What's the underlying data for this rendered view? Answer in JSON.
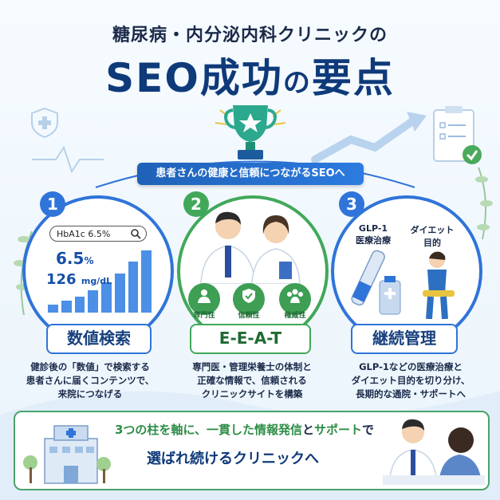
{
  "header": {
    "subtitle": "糖尿病・内分泌内科クリニックの",
    "title_main": "SEO成功",
    "title_no": "の",
    "title_end": "要点"
  },
  "ribbon": "患者さんの健康と信頼につながるSEOへ",
  "pillars": [
    {
      "number": "1",
      "label": "数値検索",
      "search_text": "HbA1c 6.5%",
      "value1": "6.5",
      "value1_unit": "%",
      "value2": "126",
      "value2_unit": "mg/dL",
      "bar_values": [
        0.12,
        0.18,
        0.24,
        0.34,
        0.46,
        0.6,
        0.78,
        0.95
      ],
      "description": [
        "健診後の「数値」で検索する",
        "患者さんに届くコンテンツで、",
        "来院につなげる"
      ]
    },
    {
      "number": "2",
      "label": "E-E-A-T",
      "badges": [
        "専門性",
        "信頼性",
        "権威性"
      ],
      "description": [
        "専門医・管理栄養士の体制と",
        "正確な情報で、信頼される",
        "クリニックサイトを構築"
      ]
    },
    {
      "number": "3",
      "label": "継続管理",
      "left_label": [
        "GLP-1",
        "医療治療"
      ],
      "right_label": [
        "ダイエット",
        "目的"
      ],
      "description": [
        "GLP-1などの医療治療と",
        "ダイエット目的を切り分け、",
        "長期的な通院・サポートへ"
      ]
    }
  ],
  "bottom": {
    "line1_a": "3つの柱を軸に、",
    "line1_b": "一貫した情報発信",
    "line1_c": "と",
    "line1_d": "サポート",
    "line1_e": "で",
    "line2": "選ばれ続けるクリニックへ"
  }
}
